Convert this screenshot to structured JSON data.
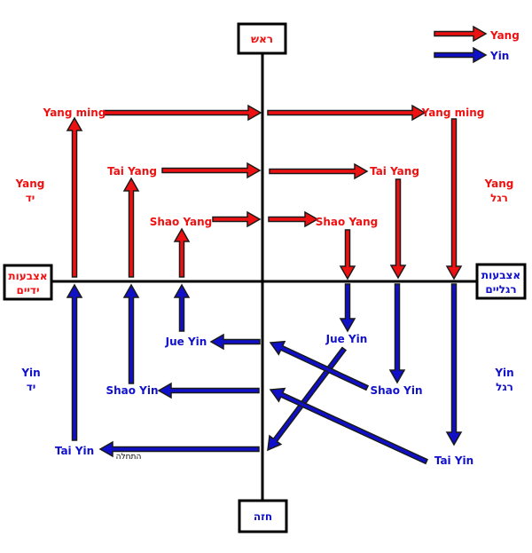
{
  "colors": {
    "yang": "#ee1111",
    "yin": "#1010c8",
    "axis": "#000000",
    "outline": "#1a1a1a"
  },
  "legend": {
    "yang": "Yang",
    "yin": "Yin"
  },
  "boxes": {
    "top": "ראש",
    "bottom": "חזה",
    "left_line1": "אצבעות",
    "left_line2": "ידיים",
    "right_line1": "אצבעות",
    "right_line2": "רגליים"
  },
  "side_labels": {
    "yang_hand": {
      "name": "Yang",
      "sub": "יד"
    },
    "yang_foot": {
      "name": "Yang",
      "sub": "רגל"
    },
    "yin_hand": {
      "name": "Yin",
      "sub": "יד"
    },
    "yin_foot": {
      "name": "Yin",
      "sub": "רגל"
    }
  },
  "channels": {
    "yang_ming_hand": "Yang ming",
    "yang_ming_foot": "Yang ming",
    "tai_yang_hand": "Tai Yang",
    "tai_yang_foot": "Tai Yang",
    "shao_yang_hand": "Shao Yang",
    "shao_yang_foot": "Shao Yang",
    "jue_yin_hand": "Jue Yin",
    "jue_yin_foot": "Jue Yin",
    "shao_yin_hand": "Shao Yin",
    "shao_yin_foot": "Shao Yin",
    "tai_yin_hand": "Tai Yin",
    "tai_yin_foot": "Tai Yin"
  },
  "start_label": "התחלה"
}
